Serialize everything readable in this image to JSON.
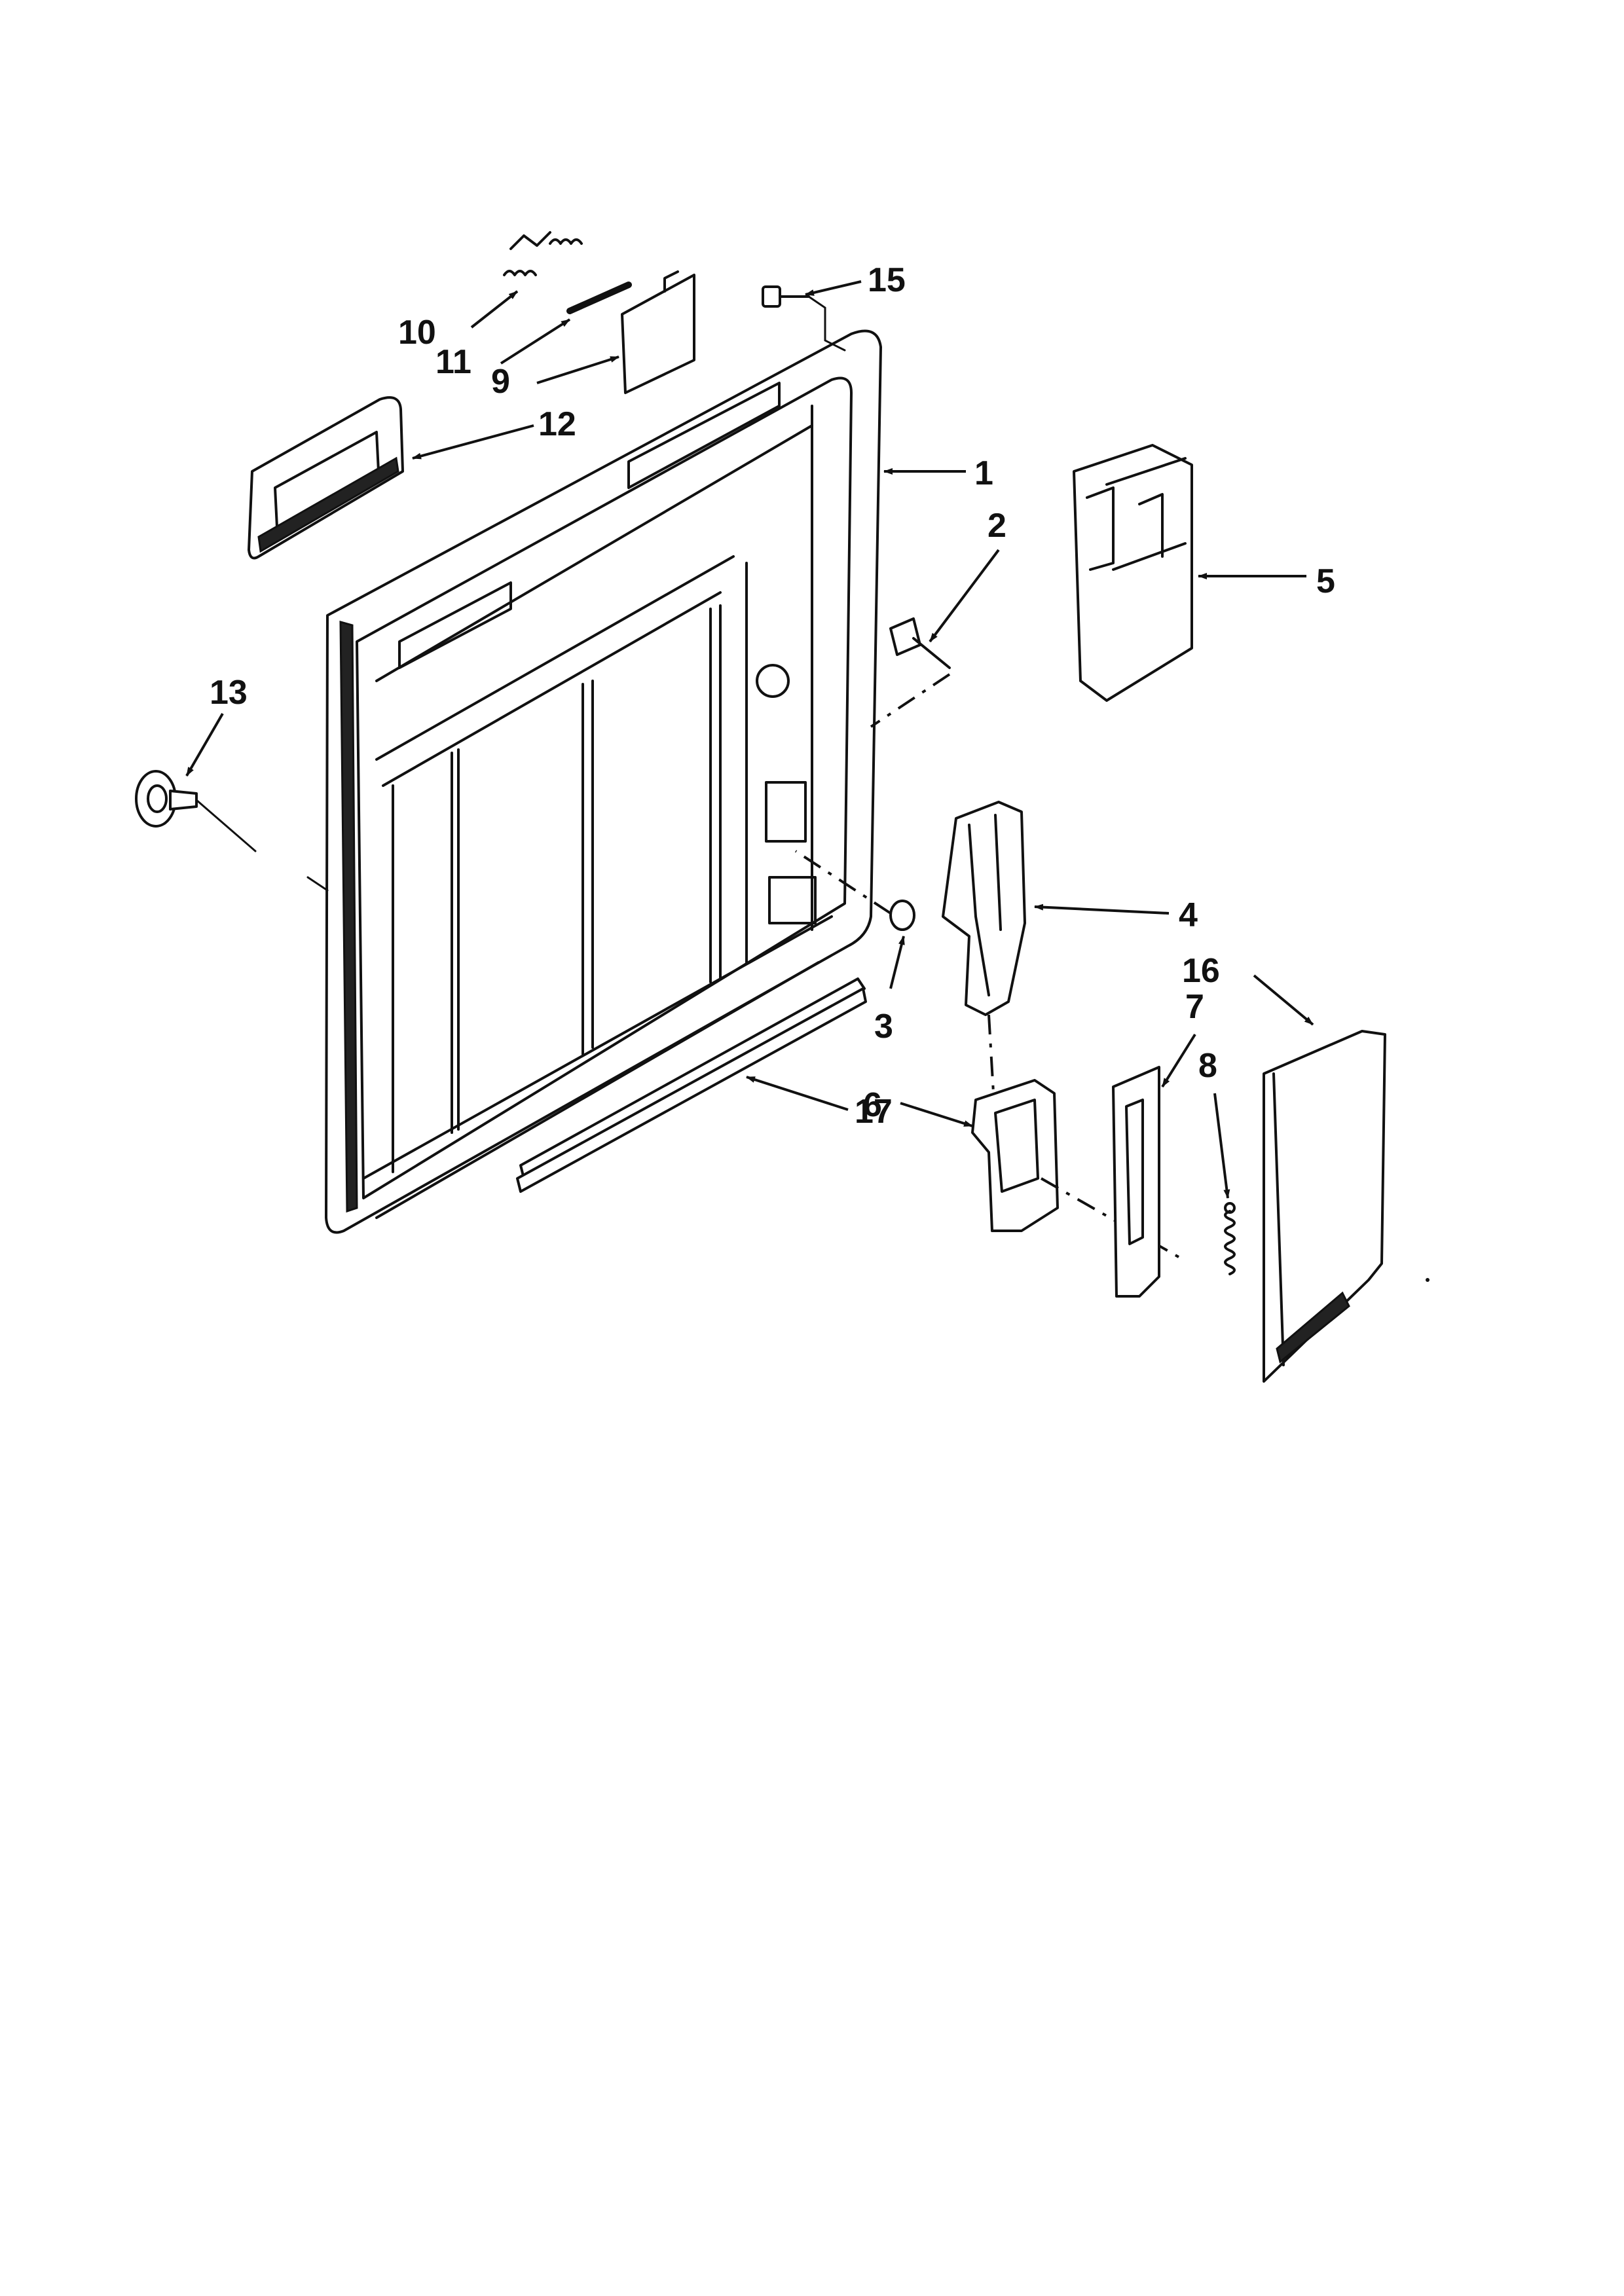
{
  "callouts": {
    "c1": "1",
    "c2": "2",
    "c3": "3",
    "c4": "4",
    "c5": "5",
    "c6": "6",
    "c7": "7",
    "c8": "8",
    "c9": "9",
    "c10": "10",
    "c11": "11",
    "c12": "12",
    "c13": "13",
    "c15": "15",
    "c16": "16",
    "c17": "17"
  },
  "colors": {
    "line": "#111111",
    "background": "#ffffff"
  }
}
